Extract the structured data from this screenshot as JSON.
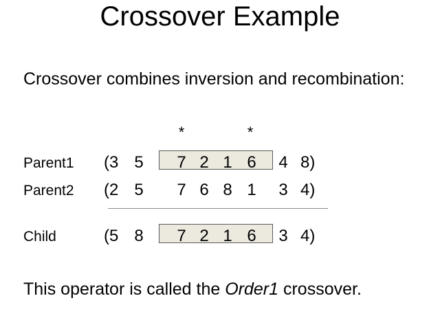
{
  "title": "Crossover Example",
  "intro": "Crossover combines inversion and recombination:",
  "markers": [
    "*",
    "*"
  ],
  "rows": [
    {
      "label": "Parent1",
      "open": "(3",
      "cells": [
        "5",
        "7",
        "2",
        "1",
        "6",
        "4"
      ],
      "close": "8)"
    },
    {
      "label": "Parent2",
      "open": "(2",
      "cells": [
        "5",
        "7",
        "6",
        "8",
        "1",
        "3"
      ],
      "close": "4)"
    },
    {
      "label": "Child",
      "open": "(5",
      "cells": [
        "8",
        "7",
        "2",
        "1",
        "6",
        "3"
      ],
      "close": "4)"
    }
  ],
  "footer": {
    "prefix": "This operator is called the ",
    "emphasis": "Order1",
    "suffix": " crossover."
  }
}
